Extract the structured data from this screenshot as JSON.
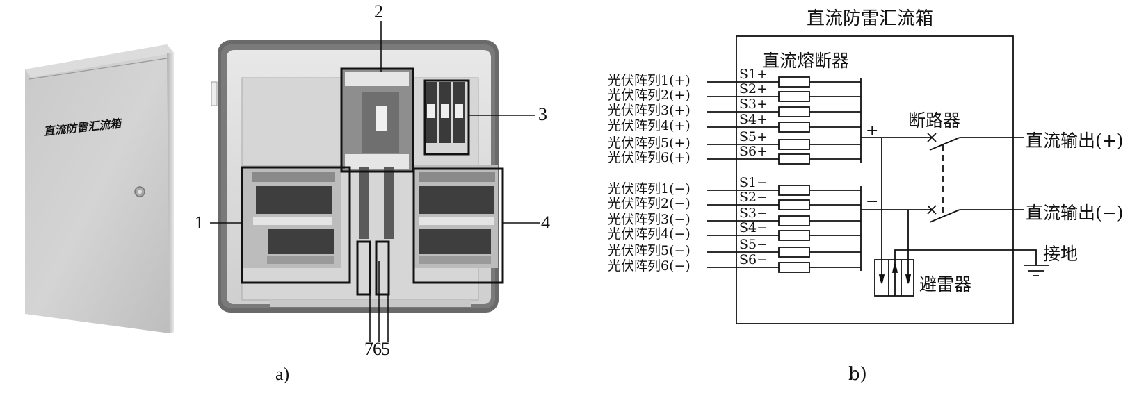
{
  "panel_a": {
    "caption": "a)",
    "closed_box": {
      "door_label": "直流防雷汇流箱"
    },
    "callouts": {
      "c1": "1",
      "c2": "2",
      "c3": "3",
      "c4": "4",
      "c765": "765"
    }
  },
  "panel_b": {
    "caption": "b)",
    "title": "直流防雷汇流箱",
    "fuse_group_label": "直流熔断器",
    "positive_inputs": [
      "光伏阵列1(+)",
      "光伏阵列2(+)",
      "光伏阵列3(+)",
      "光伏阵列4(+)",
      "光伏阵列5(+)",
      "光伏阵列6(+)"
    ],
    "negative_inputs": [
      "光伏阵列1(−)",
      "光伏阵列2(−)",
      "光伏阵列3(−)",
      "光伏阵列4(−)",
      "光伏阵列5(−)",
      "光伏阵列6(−)"
    ],
    "positive_strings": [
      "S1+",
      "S2+",
      "S3+",
      "S4+",
      "S5+",
      "S6+"
    ],
    "negative_strings": [
      "S1−",
      "S2−",
      "S3−",
      "S4−",
      "S5−",
      "S6−"
    ],
    "bus_plus": "+",
    "bus_minus": "−",
    "breaker_label": "断路器",
    "output_plus": "直流输出(+)",
    "output_minus": "直流输出(−)",
    "ground_label": "接地",
    "arrester_label": "避雷器"
  }
}
